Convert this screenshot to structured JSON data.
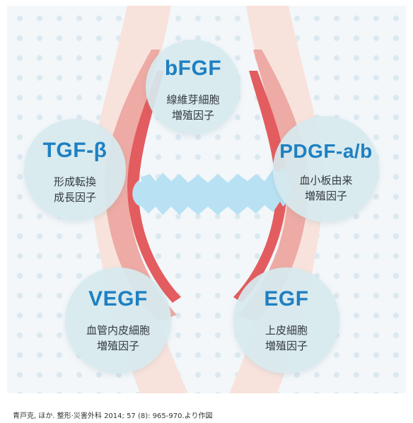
{
  "factors": [
    {
      "name": "bFGF",
      "desc": "線維芽細胞\n増殖因子"
    },
    {
      "name": "TGF-β",
      "desc": "形成転換\n成長因子"
    },
    {
      "name": "PDGF-a/b",
      "desc": "血小板由来\n増殖因子"
    },
    {
      "name": "VEGF",
      "desc": "血管内皮細胞\n増殖因子"
    },
    {
      "name": "EGF",
      "desc": "上皮細胞\n増殖因子"
    }
  ],
  "caption": "青戸克, ほか. 整形·災害外科 2014; 57 (8): 965-970.より作図",
  "colors": {
    "label": "#1e80c2",
    "circle": "#d6e9ee",
    "bone": "#f8e3dc",
    "tissue_outer": "#eeaaa4",
    "tissue_inner": "#e35c5f",
    "gap": "#b8e2f3"
  }
}
